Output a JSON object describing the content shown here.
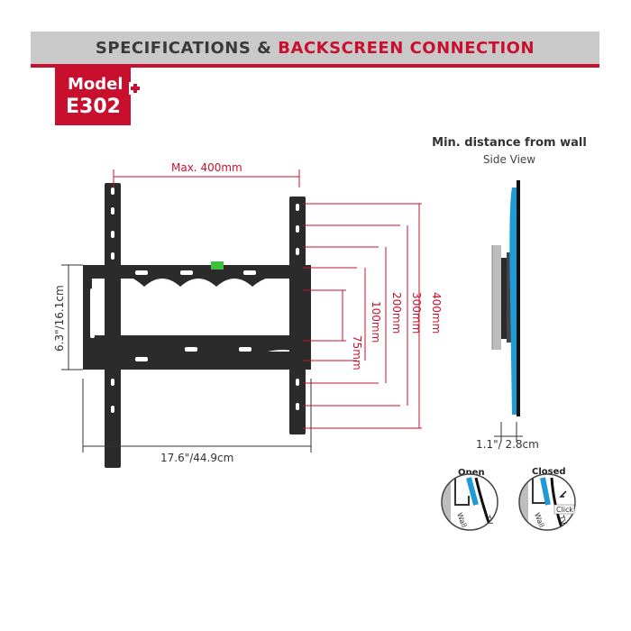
{
  "header": {
    "title_part1": "SPECIFICATIONS &",
    "title_part2": "BACKSCREEN CONNECTION"
  },
  "model": {
    "label": "Model",
    "number": "E302",
    "plus": "+"
  },
  "front_view": {
    "max_width": "Max. 400mm",
    "height": "6.3\"/16.1cm",
    "width": "17.6\"/44.9cm",
    "vesa_heights": [
      "75mm",
      "100mm",
      "200mm",
      "300mm",
      "400mm"
    ]
  },
  "side_view": {
    "title": "Min. distance from wall",
    "subtitle": "Side View",
    "distance": "1.1\"/ 2.8cm"
  },
  "lock_states": {
    "open": {
      "label": "Open",
      "wall": "Wall",
      "tv": "TV"
    },
    "closed": {
      "label": "Closed",
      "wall": "Wall",
      "tv": "TV",
      "click": "Click"
    }
  },
  "colors": {
    "accent": "#c8102e",
    "header_bg": "#c9c9c9",
    "bracket": "#2b2b2b",
    "tv_blue": "#1e9ad6",
    "level_green": "#3fbf3f"
  }
}
